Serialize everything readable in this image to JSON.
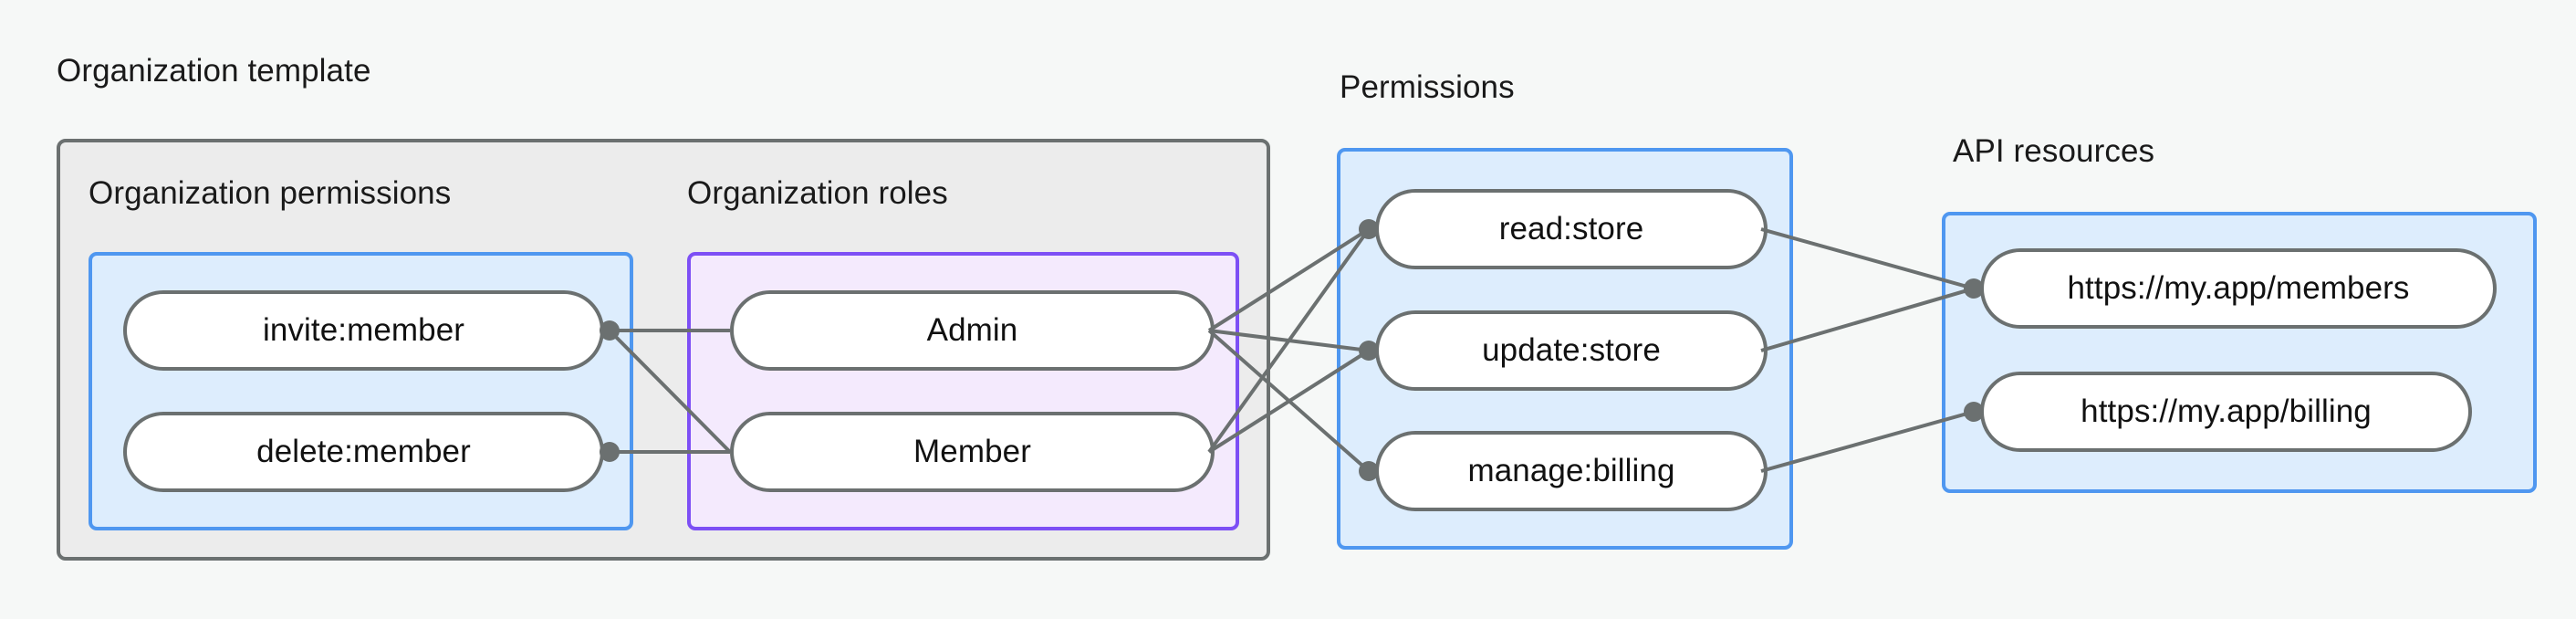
{
  "diagram": {
    "type": "entity-relationship-flow",
    "background_color": "#f6f8f7",
    "groups": [
      {
        "id": "organization-template",
        "title": "Organization template",
        "style": "gray-container",
        "border_color": "#6b7070",
        "fill_color": "#ececec",
        "subgroups": [
          {
            "id": "organization-permissions",
            "title": "Organization permissions",
            "style": "blue-container",
            "border_color": "#4f97f0",
            "fill_color": "#ddedfd",
            "nodes": [
              {
                "id": "invite-member",
                "label": "invite:member"
              },
              {
                "id": "delete-member",
                "label": "delete:member"
              }
            ]
          },
          {
            "id": "organization-roles",
            "title": "Organization roles",
            "style": "purple-container",
            "border_color": "#7d4ff5",
            "fill_color": "#f4eafd",
            "nodes": [
              {
                "id": "admin",
                "label": "Admin"
              },
              {
                "id": "member",
                "label": "Member"
              }
            ]
          }
        ]
      },
      {
        "id": "permissions",
        "title": "Permissions",
        "style": "blue-container",
        "border_color": "#4f97f0",
        "fill_color": "#ddedfd",
        "nodes": [
          {
            "id": "read-store",
            "label": "read:store"
          },
          {
            "id": "update-store",
            "label": "update:store"
          },
          {
            "id": "manage-billing",
            "label": "manage:billing"
          }
        ]
      },
      {
        "id": "api-resources",
        "title": "API resources",
        "style": "blue-container",
        "border_color": "#4f97f0",
        "fill_color": "#ddedfd",
        "nodes": [
          {
            "id": "members-resource",
            "label": "https://my.app/members"
          },
          {
            "id": "billing-resource",
            "label": "https://my.app/billing"
          }
        ]
      }
    ],
    "edges": [
      {
        "from": "invite-member",
        "to": "admin"
      },
      {
        "from": "invite-member",
        "to": "member"
      },
      {
        "from": "delete-member",
        "to": "member"
      },
      {
        "from": "admin",
        "to": "read-store"
      },
      {
        "from": "admin",
        "to": "update-store"
      },
      {
        "from": "admin",
        "to": "manage-billing"
      },
      {
        "from": "member",
        "to": "read-store"
      },
      {
        "from": "member",
        "to": "update-store"
      },
      {
        "from": "read-store",
        "to": "members-resource"
      },
      {
        "from": "update-store",
        "to": "members-resource"
      },
      {
        "from": "manage-billing",
        "to": "billing-resource"
      }
    ],
    "edge_color": "#6b7070",
    "node_fill": "#ffffff",
    "node_border": "#6b7070",
    "text_color": "#111111"
  }
}
